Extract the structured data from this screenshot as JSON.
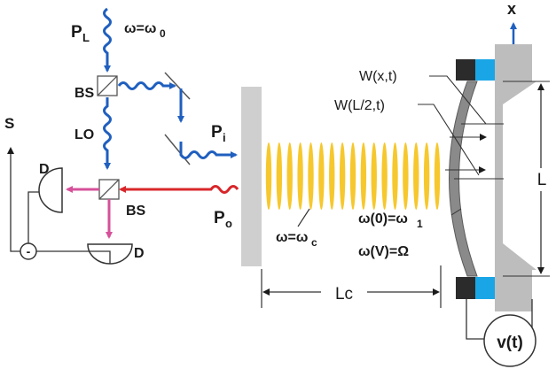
{
  "labels": {
    "pl_main": "P",
    "pl_sub": "L",
    "omega_laser": "ω=ω",
    "omega_laser_sub": "0",
    "bs_top": "BS",
    "lo": "LO",
    "pi_main": "P",
    "pi_sub": "i",
    "s": "S",
    "d_left": "D",
    "bs_bottom": "BS",
    "d_bottom": "D",
    "po_main": "P",
    "po_sub": "o",
    "minus": "-",
    "omega_c": "ω=ω",
    "omega_c_sub": "c",
    "lc": "Lc",
    "wxt": "W(x,t)",
    "wl2t": "W(L/2,t)",
    "l": "L",
    "x": "x",
    "omega0": "ω(0)=ω",
    "omega0_sub": "1",
    "omegav": "ω(V)=Ω",
    "vt": "v(t)"
  },
  "colors": {
    "blue_beam": "#1f5fbf",
    "red_beam": "#d8262a",
    "pink_beam": "#d6509a",
    "mirror_gray": "#cfcfcf",
    "cavity_wave": "#f6c623",
    "clamp_dark": "#2b2b2b",
    "clamp_cyan": "#1aa6e6",
    "support_gray": "#bdbdbd",
    "membrane_dark": "#6c6c6c"
  }
}
